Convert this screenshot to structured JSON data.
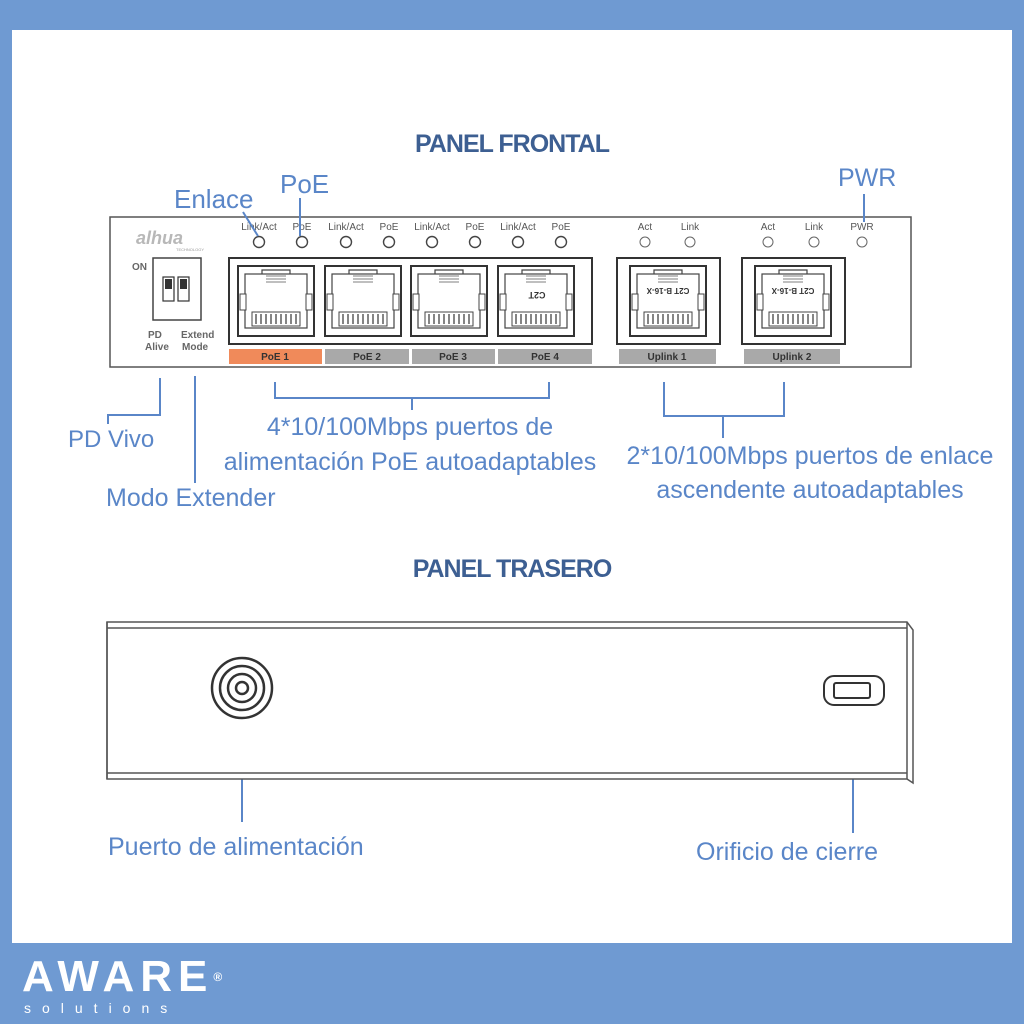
{
  "titles": {
    "front": "PANEL FRONTAL",
    "rear": "PANEL TRASERO"
  },
  "callouts": {
    "enlace": "Enlace",
    "poe": "PoE",
    "pwr": "PWR",
    "pd_vivo": "PD Vivo",
    "modo_extender": "Modo Extender",
    "poe_ports_line1": "4*10/100Mbps puertos de",
    "poe_ports_line2": "alimentación PoE autoadaptables",
    "uplink_line1": "2*10/100Mbps puertos de enlace",
    "uplink_line2": "ascendente autoadaptables",
    "power_port": "Puerto de alimentación",
    "lock_hole": "Orificio de cierre"
  },
  "device": {
    "brand": "alhua",
    "brand_sub": "TECHNOLOGY",
    "switch_on": "ON",
    "switch_left": [
      "PD",
      "Alive"
    ],
    "switch_right": [
      "Extend",
      "Mode"
    ],
    "led_labels": [
      "Link/Act",
      "PoE",
      "Link/Act",
      "PoE",
      "Link/Act",
      "PoE",
      "Link/Act",
      "PoE"
    ],
    "uplink_led_labels": [
      "Act",
      "Link",
      "Act",
      "Link",
      "PWR"
    ],
    "port_labels": [
      "PoE 1",
      "PoE 2",
      "PoE 3",
      "PoE 4"
    ],
    "uplink_labels": [
      "Uplink 1",
      "Uplink 2"
    ],
    "jack_marks": [
      "C2T",
      "C2T B-16-X",
      "C2T B-16-X"
    ]
  },
  "logo": {
    "brand": "AWARE",
    "reg": "®",
    "tagline": "solutions"
  },
  "colors": {
    "background": "#6f9ad2",
    "accent": "#5a86c8",
    "title": "#3d5f92",
    "poe1": "#f08a5a",
    "port_tab": "#a9a9a9"
  }
}
